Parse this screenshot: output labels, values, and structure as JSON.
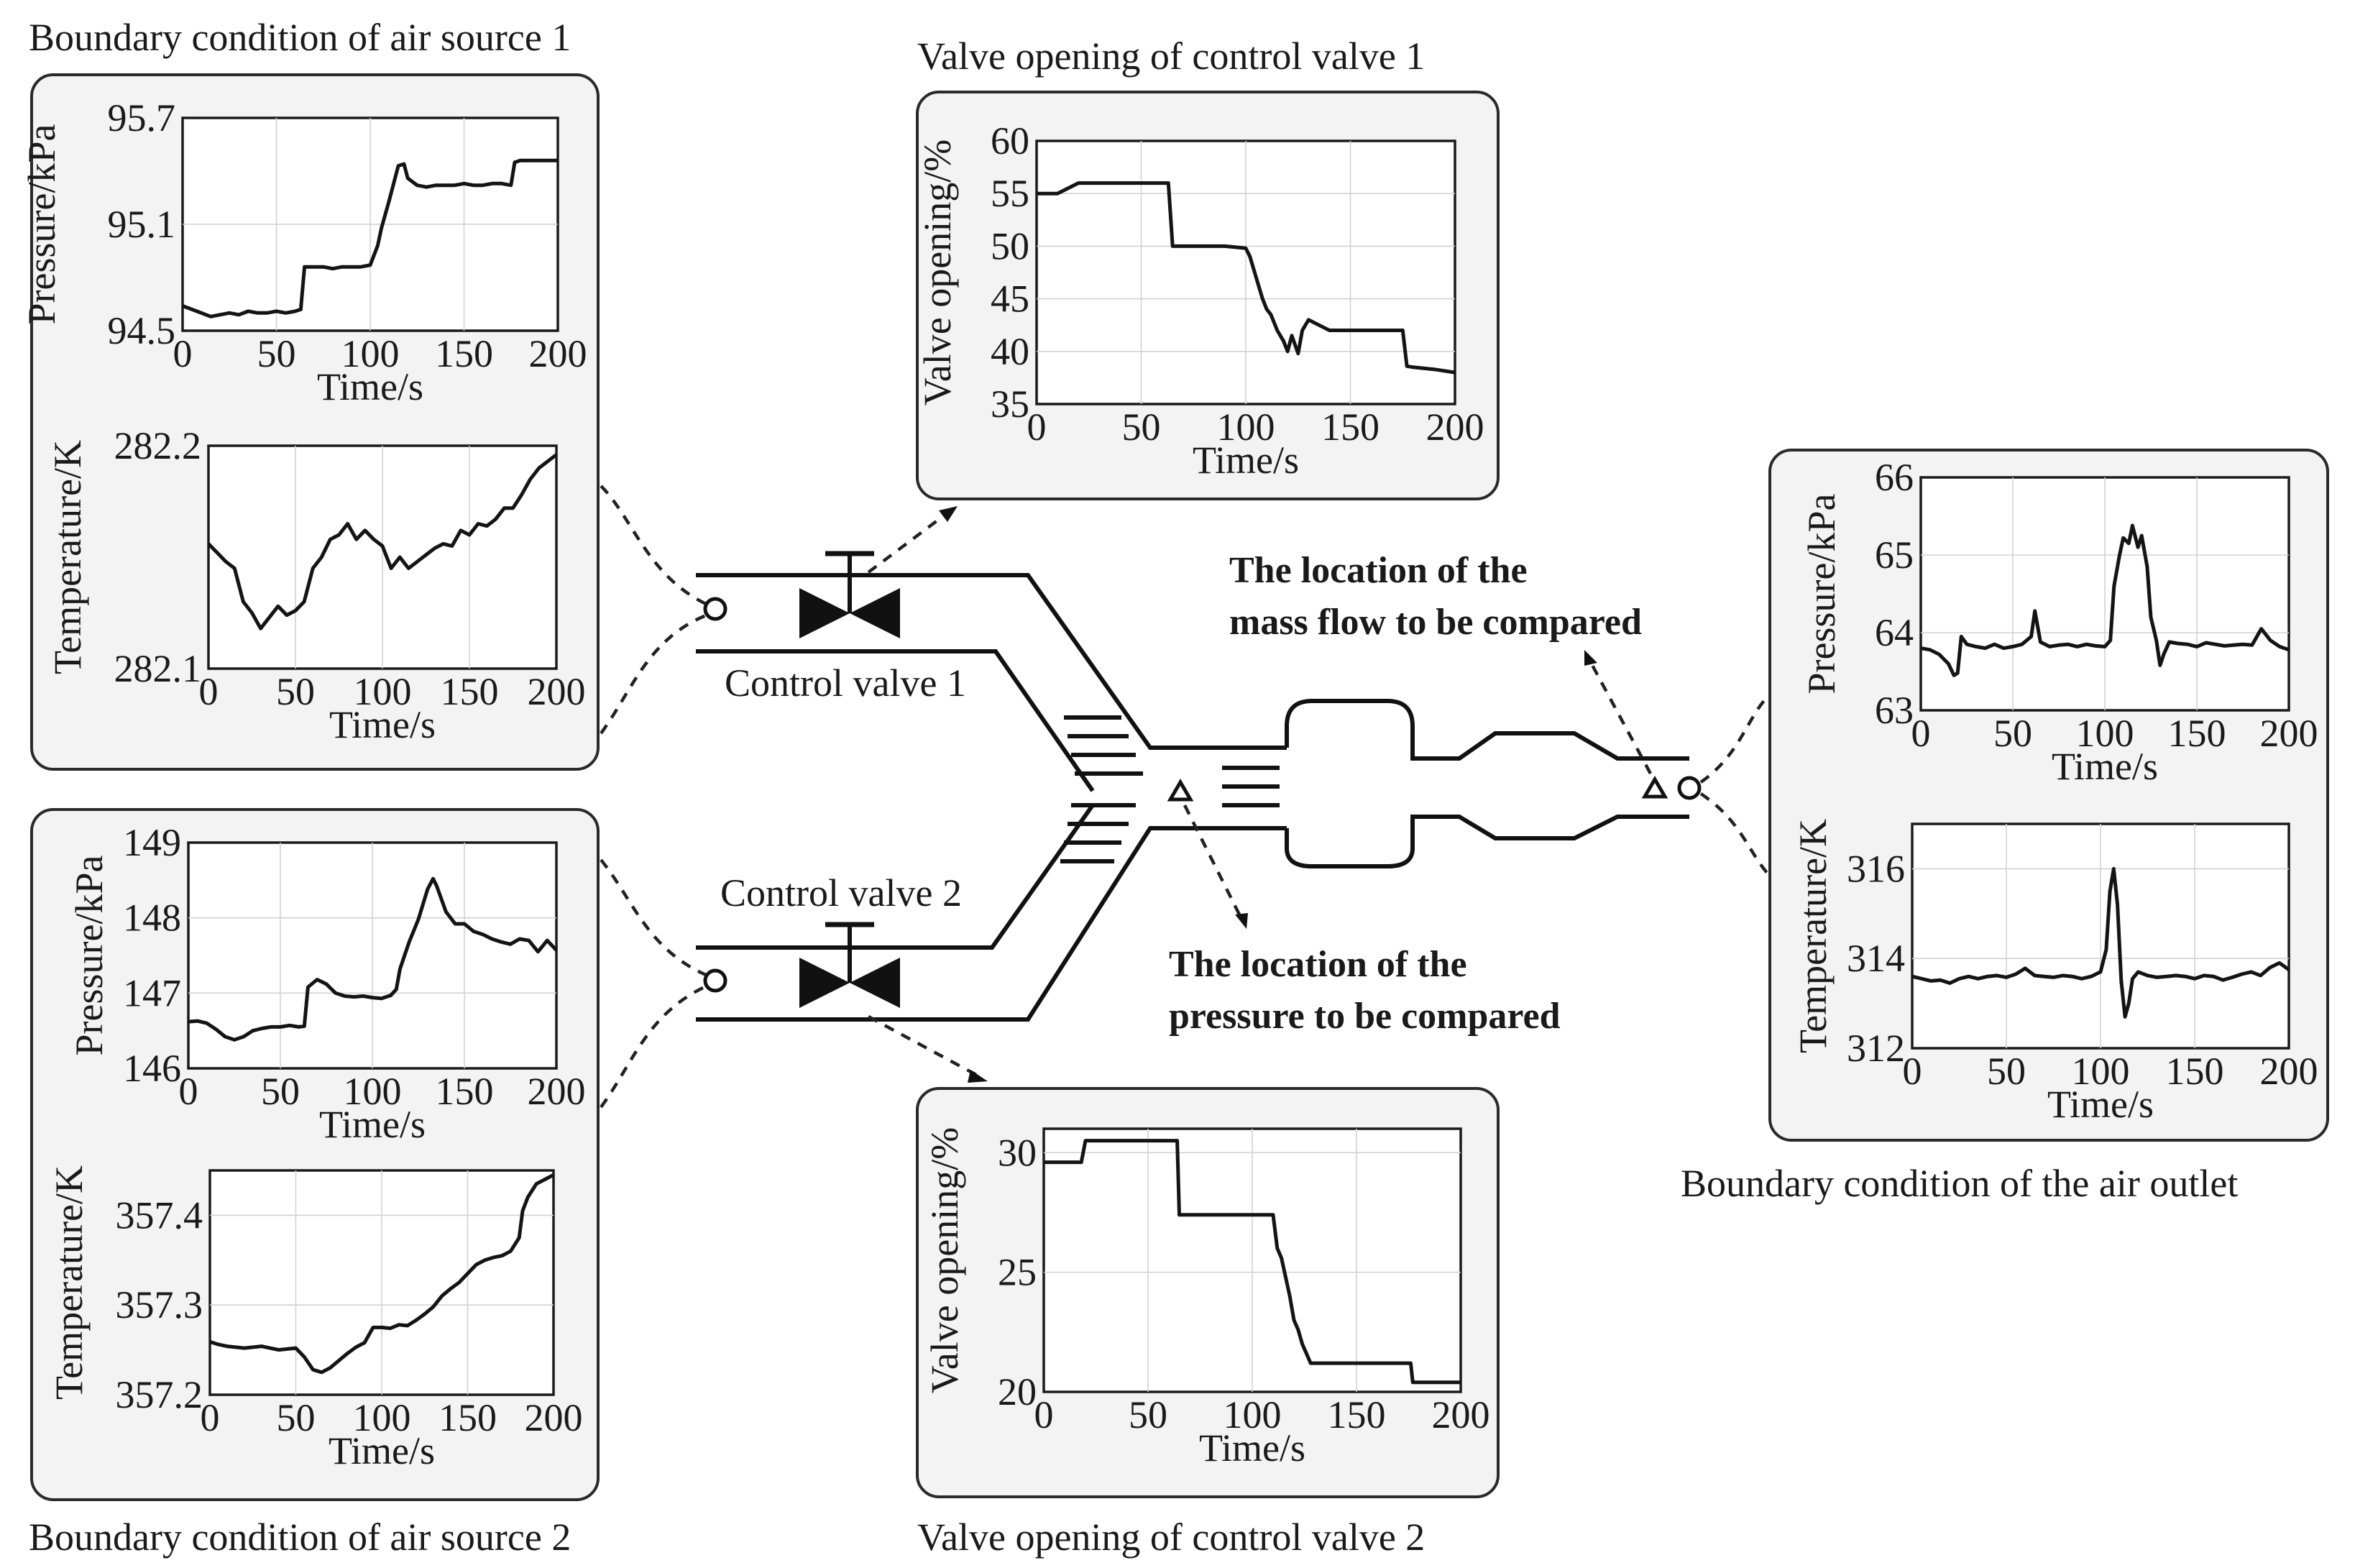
{
  "captions": {
    "air_source_1": "Boundary condition of air source 1",
    "air_source_2": "Boundary condition of air source 2",
    "valve_1": "Valve opening of control valve 1",
    "valve_2": "Valve opening of control valve 2",
    "outlet": "Boundary condition of the air outlet"
  },
  "diagram": {
    "control_valve_1": "Control valve 1",
    "control_valve_2": "Control valve 2",
    "mass_flow_line1": "The location of the",
    "mass_flow_line2": "mass flow to be compared",
    "pressure_line1": "The location of the",
    "pressure_line2": "pressure to be compared"
  },
  "chart_data": [
    {
      "id": "src1_pressure",
      "type": "line",
      "xlabel": "Time/s",
      "ylabel": "Pressure/kPa",
      "xlim": [
        0,
        200
      ],
      "ylim": [
        94.5,
        95.7
      ],
      "xticks": [
        "0",
        "50",
        "100",
        "150",
        "200"
      ],
      "yticks": [
        "94.5",
        "95.1",
        "95.7"
      ],
      "grid": true,
      "x": [
        0,
        5,
        10,
        15,
        20,
        25,
        30,
        35,
        40,
        45,
        50,
        55,
        60,
        63,
        65,
        70,
        75,
        80,
        85,
        90,
        95,
        100,
        104,
        106,
        110,
        115,
        118,
        120,
        125,
        130,
        135,
        140,
        145,
        150,
        155,
        160,
        165,
        170,
        175,
        177,
        180,
        185,
        190,
        195,
        200
      ],
      "y": [
        94.64,
        94.62,
        94.6,
        94.58,
        94.59,
        94.6,
        94.59,
        94.61,
        94.6,
        94.6,
        94.61,
        94.6,
        94.61,
        94.62,
        94.86,
        94.86,
        94.86,
        94.85,
        94.86,
        94.86,
        94.86,
        94.87,
        94.98,
        95.08,
        95.23,
        95.43,
        95.44,
        95.36,
        95.32,
        95.31,
        95.32,
        95.32,
        95.32,
        95.33,
        95.32,
        95.32,
        95.33,
        95.33,
        95.32,
        95.45,
        95.46,
        95.46,
        95.46,
        95.46,
        95.46
      ]
    },
    {
      "id": "src1_temperature",
      "type": "line",
      "xlabel": "Time/s",
      "ylabel": "Temperature/K",
      "xlim": [
        0,
        200
      ],
      "ylim": [
        282.1,
        282.2
      ],
      "xticks": [
        "0",
        "50",
        "100",
        "150",
        "200"
      ],
      "yticks": [
        "282.1",
        "282.2"
      ],
      "grid": true,
      "x": [
        0,
        5,
        10,
        15,
        20,
        25,
        30,
        35,
        40,
        45,
        50,
        55,
        60,
        65,
        70,
        75,
        80,
        85,
        90,
        95,
        100,
        105,
        110,
        115,
        120,
        125,
        130,
        135,
        140,
        145,
        150,
        155,
        160,
        165,
        170,
        175,
        180,
        185,
        190,
        195,
        200
      ],
      "y": [
        282.156,
        282.152,
        282.148,
        282.145,
        282.13,
        282.125,
        282.118,
        282.123,
        282.128,
        282.124,
        282.126,
        282.13,
        282.145,
        282.15,
        282.158,
        282.16,
        282.165,
        282.158,
        282.162,
        282.158,
        282.155,
        282.145,
        282.15,
        282.145,
        282.148,
        282.151,
        282.154,
        282.156,
        282.155,
        282.162,
        282.16,
        282.165,
        282.164,
        282.167,
        282.172,
        282.172,
        282.178,
        282.185,
        282.19,
        282.193,
        282.196
      ]
    },
    {
      "id": "src2_pressure",
      "type": "line",
      "xlabel": "Time/s",
      "ylabel": "Pressure/kPa",
      "xlim": [
        0,
        200
      ],
      "ylim": [
        146,
        149
      ],
      "xticks": [
        "0",
        "50",
        "100",
        "150",
        "200"
      ],
      "yticks": [
        "146",
        "147",
        "148",
        "149"
      ],
      "grid": true,
      "x": [
        0,
        5,
        10,
        15,
        20,
        25,
        30,
        35,
        40,
        45,
        50,
        55,
        60,
        63,
        65,
        70,
        75,
        80,
        85,
        90,
        95,
        100,
        105,
        110,
        113,
        115,
        120,
        125,
        130,
        133,
        135,
        140,
        145,
        150,
        155,
        160,
        165,
        170,
        175,
        180,
        185,
        190,
        195,
        200
      ],
      "y": [
        146.62,
        146.63,
        146.6,
        146.52,
        146.42,
        146.38,
        146.42,
        146.5,
        146.53,
        146.55,
        146.55,
        146.57,
        146.55,
        146.56,
        147.08,
        147.18,
        147.12,
        147.0,
        146.96,
        146.95,
        146.96,
        146.94,
        146.93,
        146.97,
        147.05,
        147.32,
        147.68,
        147.98,
        148.38,
        148.52,
        148.42,
        148.08,
        147.92,
        147.92,
        147.82,
        147.78,
        147.72,
        147.68,
        147.65,
        147.72,
        147.7,
        147.55,
        147.7,
        147.57
      ]
    },
    {
      "id": "src2_temperature",
      "type": "line",
      "xlabel": "Time/s",
      "ylabel": "Temperature/K",
      "xlim": [
        0,
        200
      ],
      "ylim": [
        357.2,
        357.45
      ],
      "xticks": [
        "0",
        "50",
        "100",
        "150",
        "200"
      ],
      "yticks": [
        "357.2",
        "357.3",
        "357.4"
      ],
      "grid": true,
      "x": [
        0,
        5,
        10,
        15,
        20,
        25,
        30,
        35,
        40,
        45,
        50,
        55,
        60,
        65,
        70,
        75,
        80,
        85,
        90,
        95,
        100,
        105,
        110,
        115,
        120,
        125,
        130,
        135,
        140,
        145,
        150,
        155,
        160,
        165,
        170,
        175,
        180,
        182,
        185,
        190,
        195,
        200
      ],
      "y": [
        357.259,
        357.256,
        357.254,
        357.253,
        357.252,
        357.253,
        357.254,
        357.252,
        357.25,
        357.251,
        357.252,
        357.242,
        357.228,
        357.225,
        357.23,
        357.238,
        357.246,
        357.253,
        357.258,
        357.275,
        357.275,
        357.274,
        357.278,
        357.277,
        357.283,
        357.29,
        357.298,
        357.31,
        357.318,
        357.325,
        357.335,
        357.345,
        357.35,
        357.353,
        357.355,
        357.36,
        357.375,
        357.405,
        357.42,
        357.435,
        357.44,
        357.445
      ]
    },
    {
      "id": "valve1_opening",
      "type": "line",
      "xlabel": "Time/s",
      "ylabel": "Valve opening/%",
      "xlim": [
        0,
        200
      ],
      "ylim": [
        35,
        60
      ],
      "xticks": [
        "0",
        "50",
        "100",
        "150",
        "200"
      ],
      "yticks": [
        "35",
        "40",
        "45",
        "50",
        "55",
        "60"
      ],
      "grid": true,
      "x": [
        0,
        10,
        15,
        20,
        40,
        60,
        63,
        65,
        70,
        90,
        100,
        102,
        105,
        108,
        110,
        112,
        115,
        118,
        120,
        122,
        125,
        127,
        130,
        135,
        140,
        150,
        160,
        170,
        175,
        177,
        180,
        190,
        200
      ],
      "y": [
        55.0,
        55.0,
        55.5,
        56.0,
        56.0,
        56.0,
        56.0,
        50.0,
        50.0,
        50.0,
        49.8,
        49.0,
        47.0,
        45.0,
        44.0,
        43.5,
        42.0,
        41.0,
        40.0,
        41.5,
        39.8,
        42.0,
        43.0,
        42.5,
        42.0,
        42.0,
        42.0,
        42.0,
        42.0,
        38.6,
        38.5,
        38.3,
        38.0
      ]
    },
    {
      "id": "valve2_opening",
      "type": "line",
      "xlabel": "Time/s",
      "ylabel": "Valve opening/%",
      "xlim": [
        0,
        200
      ],
      "ylim": [
        20,
        31
      ],
      "xticks": [
        "0",
        "50",
        "100",
        "150",
        "200"
      ],
      "yticks": [
        "20",
        "25",
        "30"
      ],
      "grid": true,
      "x": [
        0,
        18,
        20,
        40,
        64,
        65,
        80,
        110,
        112,
        114,
        116,
        118,
        120,
        122,
        124,
        126,
        128,
        130,
        150,
        176,
        177,
        200
      ],
      "y": [
        29.6,
        29.6,
        30.5,
        30.5,
        30.5,
        27.4,
        27.4,
        27.4,
        26.0,
        25.6,
        24.8,
        24.0,
        23.0,
        22.6,
        22.0,
        21.6,
        21.2,
        21.2,
        21.2,
        21.2,
        20.4,
        20.4
      ]
    },
    {
      "id": "outlet_pressure",
      "type": "line",
      "xlabel": "Time/s",
      "ylabel": "Pressure/kPa",
      "xlim": [
        0,
        200
      ],
      "ylim": [
        63,
        66
      ],
      "xticks": [
        "0",
        "50",
        "100",
        "150",
        "200"
      ],
      "yticks": [
        "63",
        "64",
        "65",
        "66"
      ],
      "grid": true,
      "x": [
        0,
        5,
        10,
        15,
        18,
        20,
        22,
        25,
        30,
        35,
        40,
        45,
        50,
        55,
        60,
        62,
        65,
        70,
        75,
        80,
        85,
        90,
        95,
        100,
        103,
        105,
        108,
        110,
        113,
        115,
        118,
        120,
        123,
        125,
        128,
        130,
        132,
        135,
        140,
        145,
        150,
        155,
        160,
        165,
        170,
        175,
        180,
        185,
        190,
        195,
        200
      ],
      "y": [
        63.8,
        63.78,
        63.72,
        63.6,
        63.45,
        63.48,
        63.95,
        63.85,
        63.82,
        63.8,
        63.85,
        63.8,
        63.82,
        63.85,
        63.95,
        64.28,
        63.88,
        63.82,
        63.84,
        63.85,
        63.82,
        63.85,
        63.83,
        63.82,
        63.9,
        64.6,
        65.0,
        65.22,
        65.15,
        65.38,
        65.1,
        65.25,
        64.85,
        64.2,
        63.9,
        63.58,
        63.72,
        63.88,
        63.86,
        63.85,
        63.82,
        63.87,
        63.85,
        63.83,
        63.84,
        63.85,
        63.84,
        64.05,
        63.9,
        63.82,
        63.78
      ]
    },
    {
      "id": "outlet_temperature",
      "type": "line",
      "xlabel": "Time/s",
      "ylabel": "Temperature/K",
      "xlim": [
        0,
        200
      ],
      "ylim": [
        312,
        317
      ],
      "xticks": [
        "0",
        "50",
        "100",
        "150",
        "200"
      ],
      "yticks": [
        "312",
        "314",
        "316"
      ],
      "grid": true,
      "x": [
        0,
        5,
        10,
        15,
        20,
        25,
        30,
        35,
        40,
        45,
        50,
        55,
        60,
        65,
        70,
        75,
        80,
        85,
        90,
        95,
        100,
        103,
        105,
        107,
        109,
        111,
        113,
        115,
        117,
        120,
        125,
        130,
        135,
        140,
        145,
        150,
        155,
        160,
        165,
        170,
        175,
        180,
        185,
        190,
        195,
        200
      ],
      "y": [
        313.6,
        313.55,
        313.5,
        313.52,
        313.45,
        313.55,
        313.6,
        313.55,
        313.6,
        313.62,
        313.58,
        313.65,
        313.78,
        313.62,
        313.6,
        313.58,
        313.62,
        313.6,
        313.55,
        313.6,
        313.7,
        314.2,
        315.5,
        316.0,
        315.2,
        313.5,
        312.7,
        313.0,
        313.55,
        313.7,
        313.62,
        313.58,
        313.6,
        313.62,
        313.6,
        313.55,
        313.62,
        313.6,
        313.52,
        313.58,
        313.65,
        313.7,
        313.62,
        313.8,
        313.9,
        313.75
      ]
    }
  ]
}
